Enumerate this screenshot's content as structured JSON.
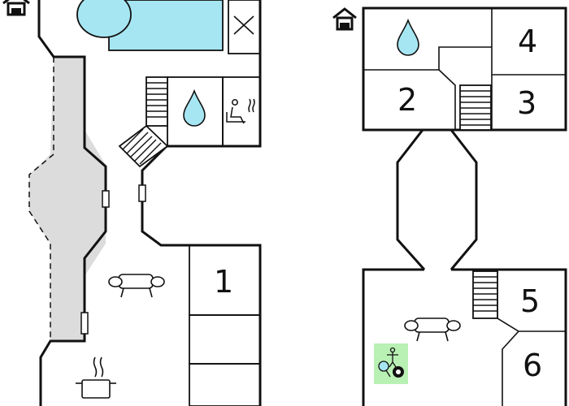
{
  "floorplan": {
    "colors": {
      "wall": "#111111",
      "pool": "#a6e6f2",
      "water_drop": "#a6e6f2",
      "terrace": "#dcdcdc",
      "game_room_highlight": "#b9f0b4",
      "background": "#ffffff"
    },
    "rooms": [
      {
        "label": "1"
      },
      {
        "label": "2"
      },
      {
        "label": "3"
      },
      {
        "label": "4"
      },
      {
        "label": "5"
      },
      {
        "label": "6"
      }
    ],
    "icons": [
      "house-icon",
      "pool",
      "water-drop-icon",
      "sauna-icon",
      "sofa-icon",
      "cooking-pot-icon",
      "table-tennis-billiards-icon",
      "staircase"
    ]
  }
}
